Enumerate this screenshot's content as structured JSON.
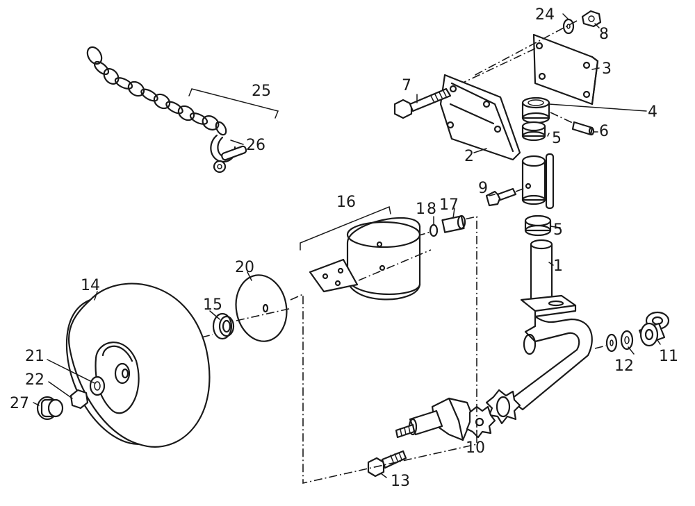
{
  "diagram": {
    "labels": {
      "l1": "1",
      "l2": "2",
      "l3": "3",
      "l4": "4",
      "l5a": "5",
      "l5b": "5",
      "l6": "6",
      "l7": "7",
      "l8a": "8",
      "l8b": "8",
      "l9": "9",
      "l10": "10",
      "l11": "11",
      "l12": "12",
      "l13": "13",
      "l14": "14",
      "l15": "15",
      "l16": "16",
      "l17": "17",
      "l1b": "1",
      "l20": "20",
      "l21": "21",
      "l22": "22",
      "l24": "24",
      "l25": "25",
      "l26": "26",
      "l27": "27"
    }
  }
}
